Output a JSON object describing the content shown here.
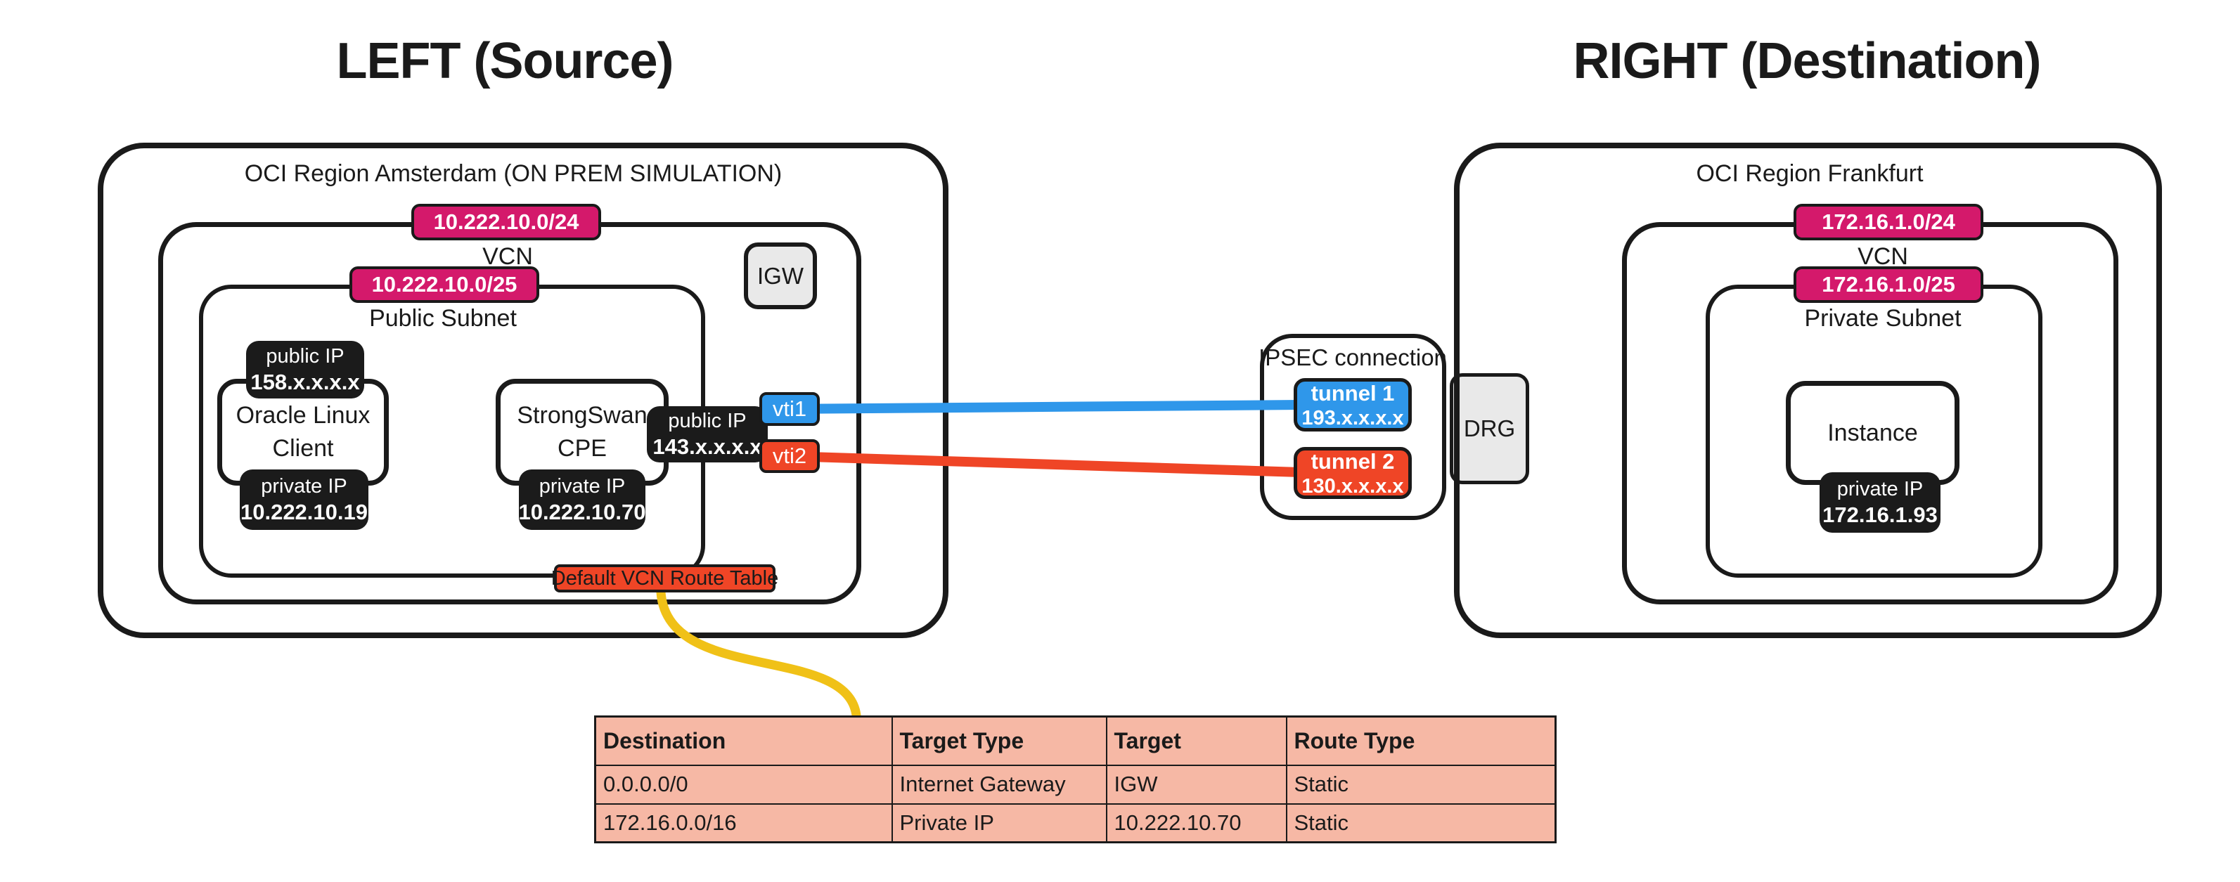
{
  "titles": {
    "left": "LEFT (Source)",
    "right": "RIGHT (Destination)"
  },
  "colors": {
    "ink": "#1a1a1a",
    "pink": "#d4196b",
    "blue": "#2f97ea",
    "orange": "#ef4526",
    "badge_black": "#1b1b1b",
    "gray_fill": "#e9e9e9",
    "table_fill": "#f6b8a5",
    "yellow": "#f0c117"
  },
  "left_region": {
    "title": "OCI Region Amsterdam (ON PREM SIMULATION)",
    "vcn_cidr": "10.222.10.0/24",
    "vcn_label": "VCN",
    "igw_label": "IGW",
    "subnet_cidr": "10.222.10.0/25",
    "subnet_label": "Public Subnet",
    "client": {
      "line1": "Oracle Linux",
      "line2": "Client",
      "public_ip_label": "public IP",
      "public_ip": "158.x.x.x.x",
      "private_ip_label": "private IP",
      "private_ip": "10.222.10.19"
    },
    "cpe": {
      "line1": "StrongSwan",
      "line2": "CPE",
      "public_ip_label": "public IP",
      "public_ip": "143.x.x.x.x",
      "private_ip_label": "private IP",
      "private_ip": "10.222.10.70"
    },
    "vti1": "vti1",
    "vti2": "vti2",
    "route_table_badge": "Default VCN Route Table"
  },
  "ipsec": {
    "title": "IPSEC connection",
    "tunnel1_name": "tunnel 1",
    "tunnel1_ip": "193.x.x.x.x",
    "tunnel2_name": "tunnel 2",
    "tunnel2_ip": "130.x.x.x.x"
  },
  "drg_label": "DRG",
  "right_region": {
    "title": "OCI Region Frankfurt",
    "vcn_cidr": "172.16.1.0/24",
    "vcn_label": "VCN",
    "subnet_cidr": "172.16.1.0/25",
    "subnet_label": "Private Subnet",
    "instance": {
      "label": "Instance",
      "private_ip_label": "private IP",
      "private_ip": "172.16.1.93"
    }
  },
  "route_table": {
    "headers": [
      "Destination",
      "Target Type",
      "Target",
      "Route Type"
    ],
    "rows": [
      [
        "0.0.0.0/0",
        "Internet Gateway",
        "IGW",
        "Static"
      ],
      [
        "172.16.0.0/16",
        "Private IP",
        "10.222.10.70",
        "Static"
      ]
    ]
  }
}
